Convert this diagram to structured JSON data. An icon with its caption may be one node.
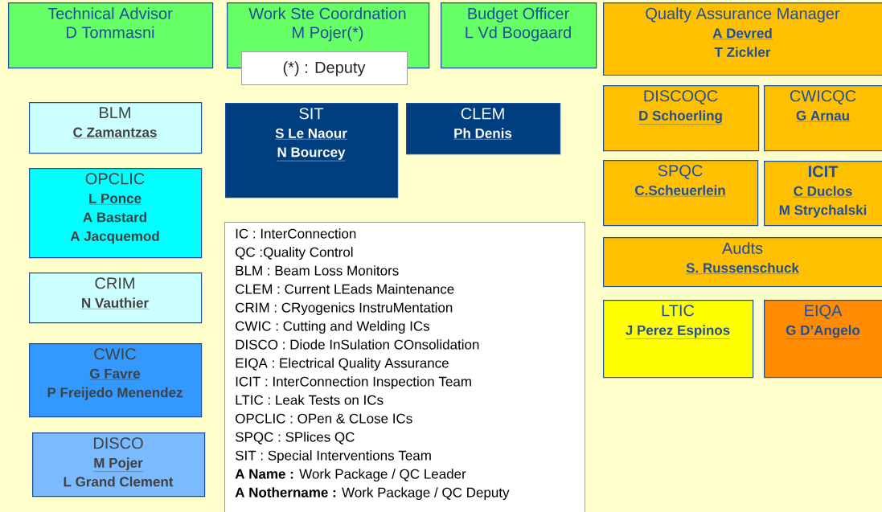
{
  "diagram": {
    "nodes": [
      {
        "text": [
          "Technical Advisor",
          "D Tommasni"
        ]
      },
      {
        "text": [
          "Work Ste Coordnation",
          "M Pojer(*)"
        ]
      },
      {
        "text": [
          "Budget Officer",
          "L Vd Boogaard"
        ]
      },
      {
        "text": [
          "(*) : Deputy"
        ]
      },
      {
        "text": [
          "Qualty Assurance Manager",
          "A Devred",
          "T Zickler"
        ]
      },
      {
        "text": [
          "BLM",
          "C Zamantzas"
        ]
      },
      {
        "text": [
          "SIT",
          "S Le Naour",
          "N Bourcey"
        ]
      },
      {
        "text": [
          "CLEM",
          "Ph Denis"
        ]
      },
      {
        "text": [
          "DISCOQC",
          "D Schoerling"
        ]
      },
      {
        "text": [
          "CWICQC",
          "G Arnau"
        ]
      },
      {
        "text": [
          "OPCLIC",
          "L Ponce",
          "A Bastard",
          "A Jacquemod"
        ]
      },
      {
        "text": [
          "SPQC",
          "C.Scheuerlein"
        ]
      },
      {
        "text": [
          "ICIT",
          "C Duclos",
          "M Strychalski"
        ]
      },
      {
        "text": [
          "Audts",
          "S. Russenschuck"
        ]
      },
      {
        "text": [
          "CRIM",
          "N Vauthier"
        ]
      },
      {
        "text": [
          "LTIC",
          "J Perez Espinos"
        ]
      },
      {
        "text": [
          "EIQA",
          "G D’Angelo"
        ]
      },
      {
        "text": [
          "IC : InterConnection",
          "QC :Quality Control",
          "BLM : Beam Loss Monitors",
          "CLEM : Current LEads Maintenance",
          "CRIM : CRyogenics InstruMentation",
          "CWIC : Cutting and Welding ICs",
          "DISCO : Diode InSulation COnsolidation",
          "EIQA : Electrical Quality Assurance",
          "ICIT : InterConnection Inspection Team",
          "LTIC : Leak Tests on ICs",
          "OPCLIC : OPen & CLose ICs",
          "SPQC : SPlices QC",
          "SIT : Special Interventions Team",
          "**A Name :** Work Package / QC Leader",
          "**A Nothername :** Work Package / QC Deputy"
        ]
      },
      {
        "text": [
          "CWIC",
          "G Favre",
          "P Freijedo Menendez"
        ]
      },
      {
        "text": [
          "DISCO",
          "M Pojer",
          "L Grand Clement"
        ]
      }
    ]
  }
}
